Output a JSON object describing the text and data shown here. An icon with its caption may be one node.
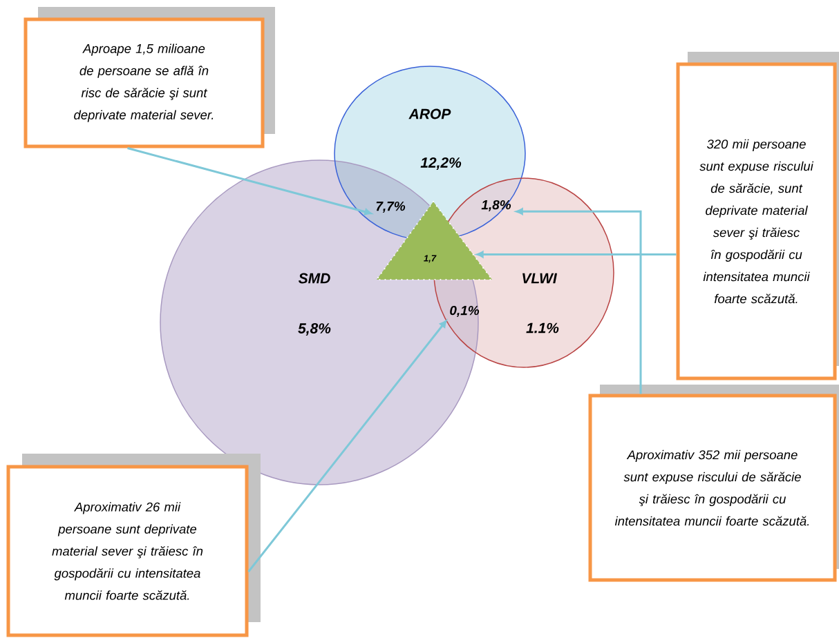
{
  "diagram": {
    "nodes": [
      {
        "text": [
          "Aproape 1,5 milioane de persoane se află în risc de sărăcie şi sunt deprivate material sever."
        ]
      },
      {
        "text": [
          "AROP",
          "12,2%"
        ]
      },
      {
        "text": [
          "SMD",
          "5,8%"
        ]
      },
      {
        "text": [
          "VLWI",
          "1.1%"
        ]
      },
      {
        "text": [
          "7,7%"
        ]
      },
      {
        "text": [
          "1,8%"
        ]
      },
      {
        "text": [
          "1,7"
        ]
      },
      {
        "text": [
          "0,1%"
        ]
      },
      {
        "text": [
          "320 mii persoane sunt expuse riscului de sărăcie, sunt deprivate material sever şi trăiesc în gospodării cu intensitatea muncii foarte scăzută."
        ]
      },
      {
        "text": [
          "Aproximativ 352 mii persoane sunt expuse riscului de sărăcie şi trăiesc în gospodării cu intensitatea muncii foarte scăzută."
        ]
      },
      {
        "text": [
          "Aproximativ 26 mii persoane sunt deprivate material sever şi trăiesc în gospodării cu intensitatea muncii foarte scăzută."
        ]
      }
    ],
    "edges": [
      {
        "from": 0,
        "to": 4,
        "arrow": "to"
      },
      {
        "from": 8,
        "to": 6,
        "arrow": "to"
      },
      {
        "from": 9,
        "to": 5,
        "arrow": "to"
      },
      {
        "from": 10,
        "to": 7,
        "arrow": "to"
      }
    ]
  }
}
